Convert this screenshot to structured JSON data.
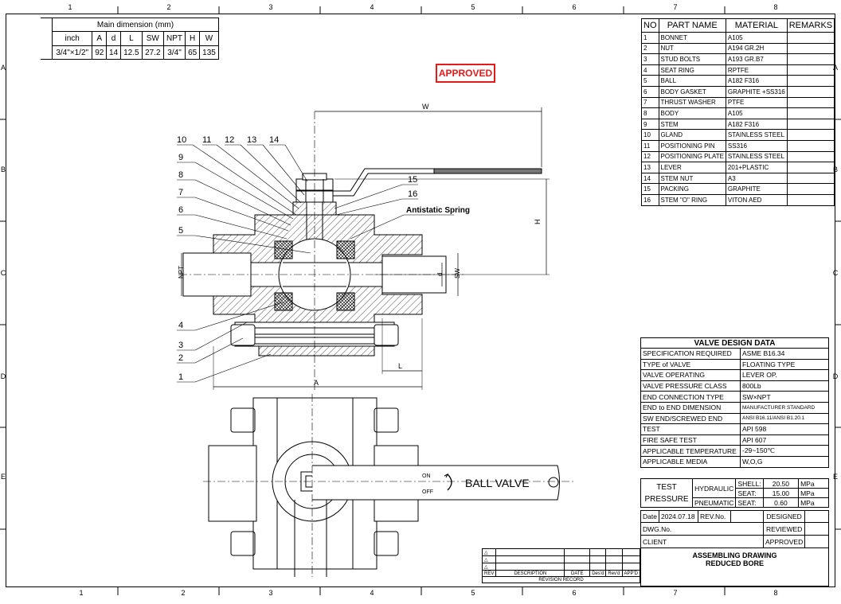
{
  "zone_columns": [
    "1",
    "2",
    "3",
    "4",
    "5",
    "6",
    "7",
    "8"
  ],
  "zone_rows": [
    "A",
    "B",
    "C",
    "D",
    "E"
  ],
  "main_dimension": {
    "title": "Main dimension (mm)",
    "headers": [
      "inch",
      "A",
      "d",
      "L",
      "SW",
      "NPT",
      "H",
      "W"
    ],
    "values": [
      "3/4\"×1/2\"",
      "92",
      "14",
      "12.5",
      "27.2",
      "3/4\"",
      "65",
      "135"
    ]
  },
  "stamp": "APPROVED",
  "parts_table": {
    "headers": [
      "NO",
      "PART NAME",
      "MATERIAL",
      "REMARKS"
    ],
    "rows": [
      [
        "1",
        "BONNET",
        "A105"
      ],
      [
        "2",
        "NUT",
        "A194 GR.2H"
      ],
      [
        "3",
        "STUD BOLTS",
        "A193 GR.B7"
      ],
      [
        "4",
        "SEAT RING",
        "RPTFE"
      ],
      [
        "5",
        "BALL",
        "A182 F316"
      ],
      [
        "6",
        "BODY GASKET",
        "GRAPHITE +SS316"
      ],
      [
        "7",
        "THRUST WASHER",
        "PTFE"
      ],
      [
        "8",
        "BODY",
        "A105"
      ],
      [
        "9",
        "STEM",
        "A182 F316"
      ],
      [
        "10",
        "GLAND",
        "STAINLESS STEEL"
      ],
      [
        "11",
        "POSITIONING PIN",
        "SS316"
      ],
      [
        "12",
        "POSITIONING PLATE",
        "STAINLESS STEEL"
      ],
      [
        "13",
        "LEVER",
        "201+PLASTIC"
      ],
      [
        "14",
        "STEM NUT",
        "A3"
      ],
      [
        "15",
        "PACKING",
        "GRAPHITE"
      ],
      [
        "16",
        "STEM \"O\" RING",
        "VITON AED"
      ]
    ]
  },
  "callouts": {
    "top": [
      "10",
      "11",
      "12",
      "13",
      "14"
    ],
    "left": [
      "9",
      "8",
      "7",
      "6",
      "5",
      "4",
      "3",
      "2",
      "1"
    ],
    "right": [
      "15",
      "16"
    ],
    "antistatic": "Antistatic Spring"
  },
  "dims": {
    "W": "W",
    "H": "H",
    "A": "A",
    "L": "L",
    "NPT": "NPT",
    "SW": "SW",
    "d": "d"
  },
  "lever_text": {
    "name": "BALL VALVE",
    "on": "ON",
    "off": "OFF"
  },
  "design_data": {
    "title": "VALVE DESIGN DATA",
    "rows": [
      [
        "SPECIFICATION REQUIRED",
        "ASME B16.34"
      ],
      [
        "TYPE of VALVE",
        "FLOATING TYPE"
      ],
      [
        "VALVE OPERATING",
        "LEVER OP."
      ],
      [
        "VALVE PRESSURE CLASS",
        "800Lb"
      ],
      [
        "END CONNECTION TYPE",
        "SW×NPT"
      ],
      [
        "END to END DIMENSION",
        "MANUFACTURER STANDARD"
      ],
      [
        "SW END/SCREWED END",
        "ANSI B16.11/ANSI B1.20.1"
      ],
      [
        "TEST",
        "API 598"
      ],
      [
        "FIRE SAFE TEST",
        "API 607"
      ],
      [
        "APPLICABLE TEMPERATURE",
        "-29~150℃"
      ],
      [
        "APPLICABLE MEDIA",
        "W,O,G"
      ]
    ],
    "test_pressure": {
      "label1": "TEST",
      "label2": "PRESSURE",
      "hydraulic": "HYDRAULIC",
      "pneumatic": "PNEUMATIC",
      "shell_label": "SHELL:",
      "shell_val": "20.50",
      "seat_label": "SEAT:",
      "seat_val1": "15.00",
      "seat_val2": "0.60",
      "unit": "MPa"
    },
    "date_label": "Date",
    "date": "2024.07.18",
    "rev_label": "REV.No.",
    "designed": "DESIGNED",
    "dwg_label": "DWG.No.",
    "reviewed": "REVIEWED",
    "client_label": "CLIENT",
    "approved": "APPROVED",
    "drawing_title1": "ASSEMBLING DRAWING",
    "drawing_title2": "REDUCED BORE"
  },
  "revision": {
    "headers": [
      "REV",
      "DESCRIPTION",
      "DATE",
      "Des'd",
      "Rev'd",
      "APP'D"
    ],
    "record": "REVISION RECORD",
    "symbol": "△"
  }
}
